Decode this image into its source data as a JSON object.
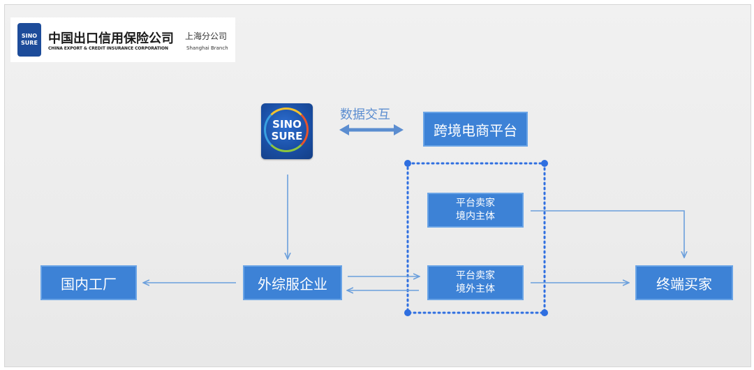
{
  "header": {
    "logo_cn": "中国出口信用保险公司",
    "logo_en": "CHINA EXPORT & CREDIT INSURANCE CORPORATION",
    "branch_cn": "上海分公司",
    "branch_en": "Shanghai Branch",
    "logo_mark_text": "SINO SURE"
  },
  "diagram": {
    "sinosure_logo_text": "SINO SURE",
    "data_exchange_label": "数据交互",
    "nodes": {
      "cross_border_platform": "跨境电商平台",
      "domestic_factory": "国内工厂",
      "foreign_trade_service": "外综服企业",
      "seller_domestic": [
        "平台卖家",
        "境内主体"
      ],
      "seller_overseas": [
        "平台卖家",
        "境外主体"
      ],
      "end_buyer": "终端买家"
    },
    "colors": {
      "box_fill": "#3d82d6",
      "box_border": "#6aa4e6",
      "arrow": "#6b9fdc",
      "dotted_group": "#2f6fe0"
    }
  }
}
